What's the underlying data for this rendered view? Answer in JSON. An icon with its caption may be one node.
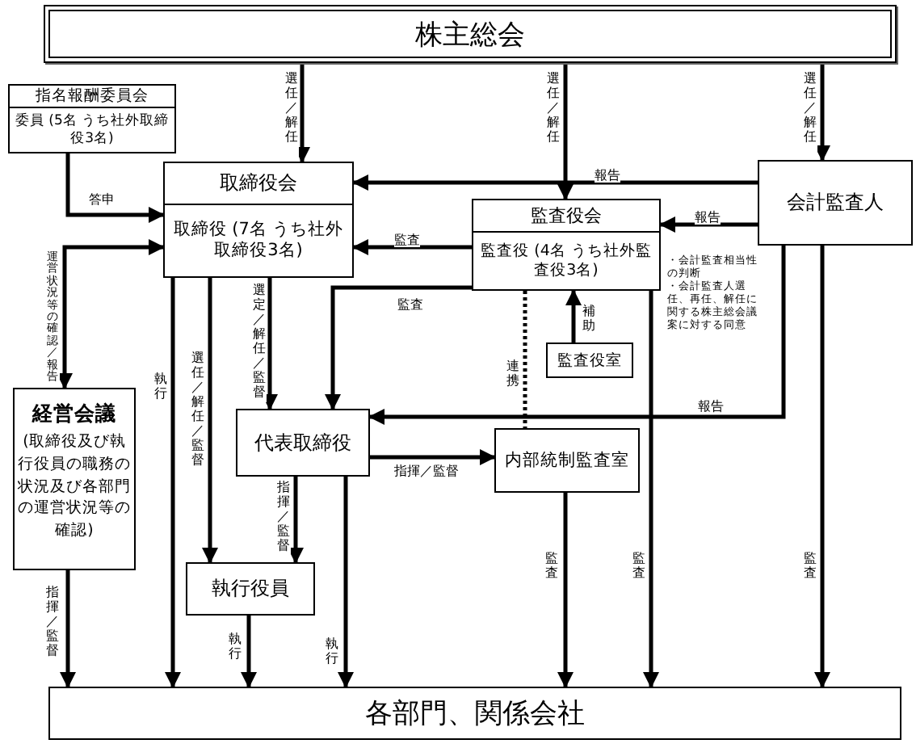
{
  "diagram": {
    "nodes": [
      {
        "text": [
          "株主総会"
        ]
      },
      {
        "text": [
          "指名報酬委員会",
          "委員 (5名 うち社外取締役3名)"
        ]
      },
      {
        "text": [
          "取締役会",
          "取締役 (7名 うち社外取締役3名)"
        ]
      },
      {
        "text": [
          "監査役会",
          "監査役 (4名 うち社外監査役3名)"
        ]
      },
      {
        "text": [
          "会計監査人"
        ]
      },
      {
        "text": [
          "監査役室"
        ]
      },
      {
        "text": [
          "経営会議",
          "(取締役及び執行役員の職務の状況及び各部門の運営状況等の確認)"
        ]
      },
      {
        "text": [
          "代表取締役"
        ]
      },
      {
        "text": [
          "内部統制監査室"
        ]
      },
      {
        "text": [
          "執行役員"
        ]
      },
      {
        "text": [
          "各部門、関係会社"
        ]
      }
    ],
    "edges": [
      {
        "from": 0,
        "to": 2,
        "arrow": "to",
        "label": "選任／解任"
      },
      {
        "from": 0,
        "to": 3,
        "arrow": "to",
        "label": "選任／解任"
      },
      {
        "from": 0,
        "to": 4,
        "arrow": "to",
        "label": "選任／解任"
      },
      {
        "from": 1,
        "to": 2,
        "arrow": "to",
        "label": "答申"
      },
      {
        "from": 4,
        "to": 2,
        "arrow": "to",
        "label": "報告"
      },
      {
        "from": 4,
        "to": 3,
        "arrow": "to",
        "label": "報告"
      },
      {
        "from": 3,
        "to": 2,
        "arrow": "to",
        "label": "監査"
      },
      {
        "from": 2,
        "to": 6,
        "arrow": "both",
        "label": "運営状況等の確認／報告"
      },
      {
        "from": 2,
        "to": 10,
        "arrow": "to",
        "label": "執行"
      },
      {
        "from": 2,
        "to": 9,
        "arrow": "to",
        "label": "選任／解任／監督"
      },
      {
        "from": 2,
        "to": 7,
        "arrow": "to",
        "label": "選定／解任／監督"
      },
      {
        "from": 3,
        "to": 7,
        "arrow": "to",
        "label": "監査"
      },
      {
        "from": 4,
        "to": 7,
        "arrow": "to",
        "label": "報告"
      },
      {
        "from": 3,
        "to": 8,
        "arrow": "none",
        "label": "連携",
        "style": "dashed"
      },
      {
        "from": 5,
        "to": 3,
        "arrow": "to",
        "label": "補助"
      },
      {
        "from": 7,
        "to": 8,
        "arrow": "to",
        "label": "指揮／監督"
      },
      {
        "from": 7,
        "to": 9,
        "arrow": "to",
        "label": "指揮／監督"
      },
      {
        "from": 7,
        "to": 10,
        "arrow": "to",
        "label": "執行"
      },
      {
        "from": 9,
        "to": 10,
        "arrow": "to",
        "label": "執行"
      },
      {
        "from": 6,
        "to": 10,
        "arrow": "to",
        "label": "指揮／監督"
      },
      {
        "from": 8,
        "to": 10,
        "arrow": "to",
        "label": "監査"
      },
      {
        "from": 3,
        "to": 10,
        "arrow": "to",
        "label": "監査"
      },
      {
        "from": 4,
        "to": 10,
        "arrow": "to",
        "label": "監査"
      }
    ],
    "labels": [
      "・会計監査相当性の判断",
      "・会計監査人選任、再任、解任に関する株主総会議案に対する同意"
    ]
  }
}
